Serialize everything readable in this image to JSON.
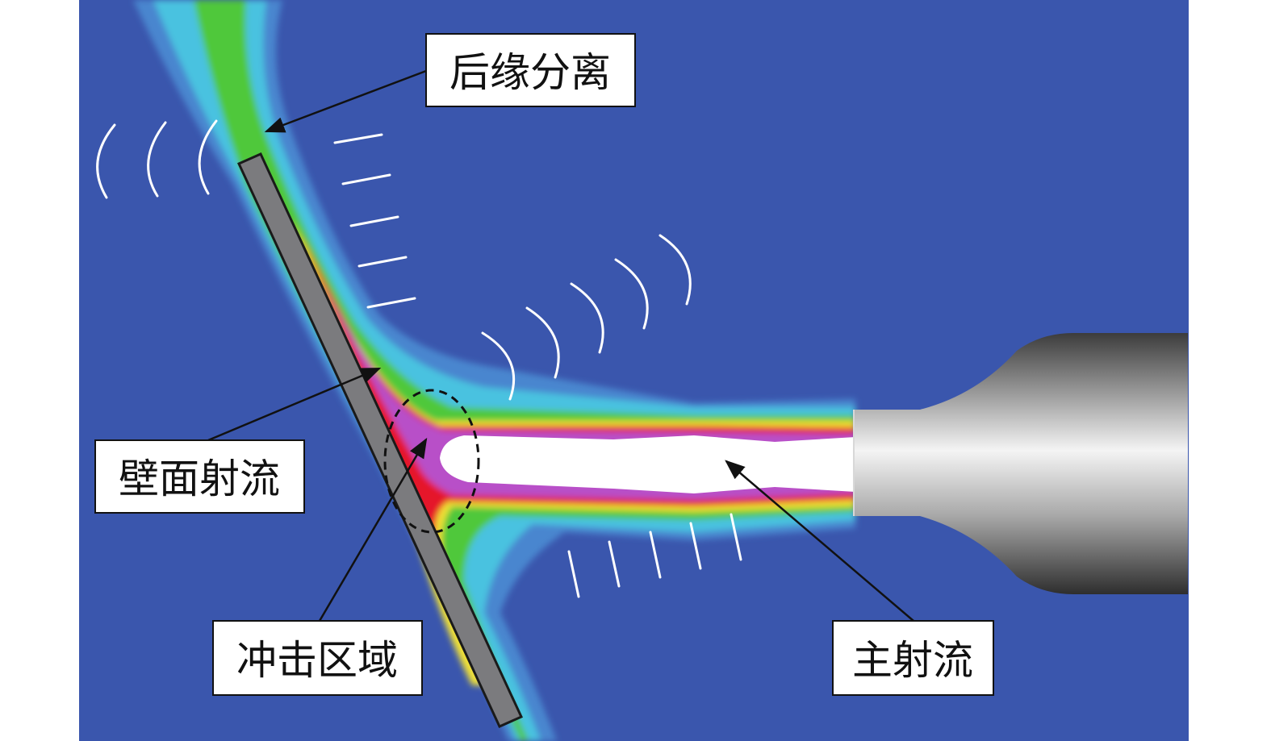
{
  "labels": {
    "trailing_separation": "后缘分离",
    "wall_jet": "壁面射流",
    "impact_region": "冲击区域",
    "main_jet": "主射流"
  },
  "colors": {
    "background": "#3a56ad",
    "outer_blue": "#4a86cf",
    "cyan": "#48c2e0",
    "green": "#4fc83a",
    "yellow": "#f2e234",
    "red": "#e5172c",
    "magenta": "#b84fc8",
    "core_white": "#ffffff",
    "plate_gray": "#7b7b7e",
    "nozzle_gray": "#9a9a9a"
  }
}
